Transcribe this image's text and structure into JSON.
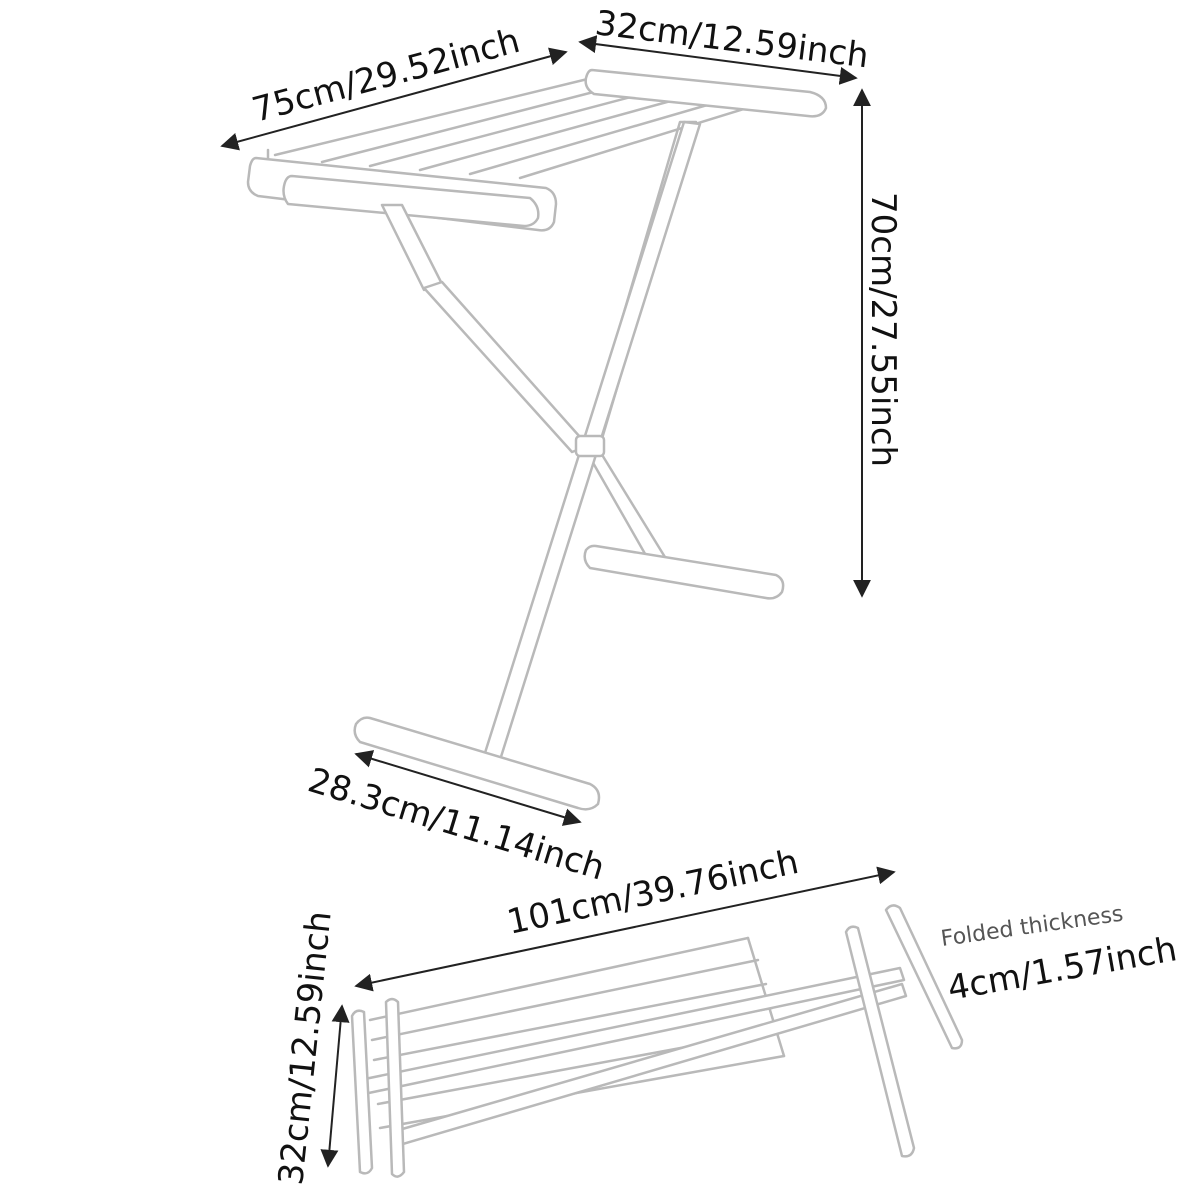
{
  "labels": {
    "top_width": "75cm/29.52inch",
    "top_depth": "32cm/12.59inch",
    "height": "70cm/27.55inch",
    "foot_width": "28.3cm/11.14inch",
    "folded_length": "101cm/39.76inch",
    "folded_depth": "32cm/12.59inch",
    "folded_thickness_caption": "Folded thickness",
    "folded_thickness_value": "4cm/1.57inch"
  },
  "colors": {
    "line": "#222222",
    "frame_stroke": "#b9b9b9",
    "frame_fill": "#ffffff"
  }
}
